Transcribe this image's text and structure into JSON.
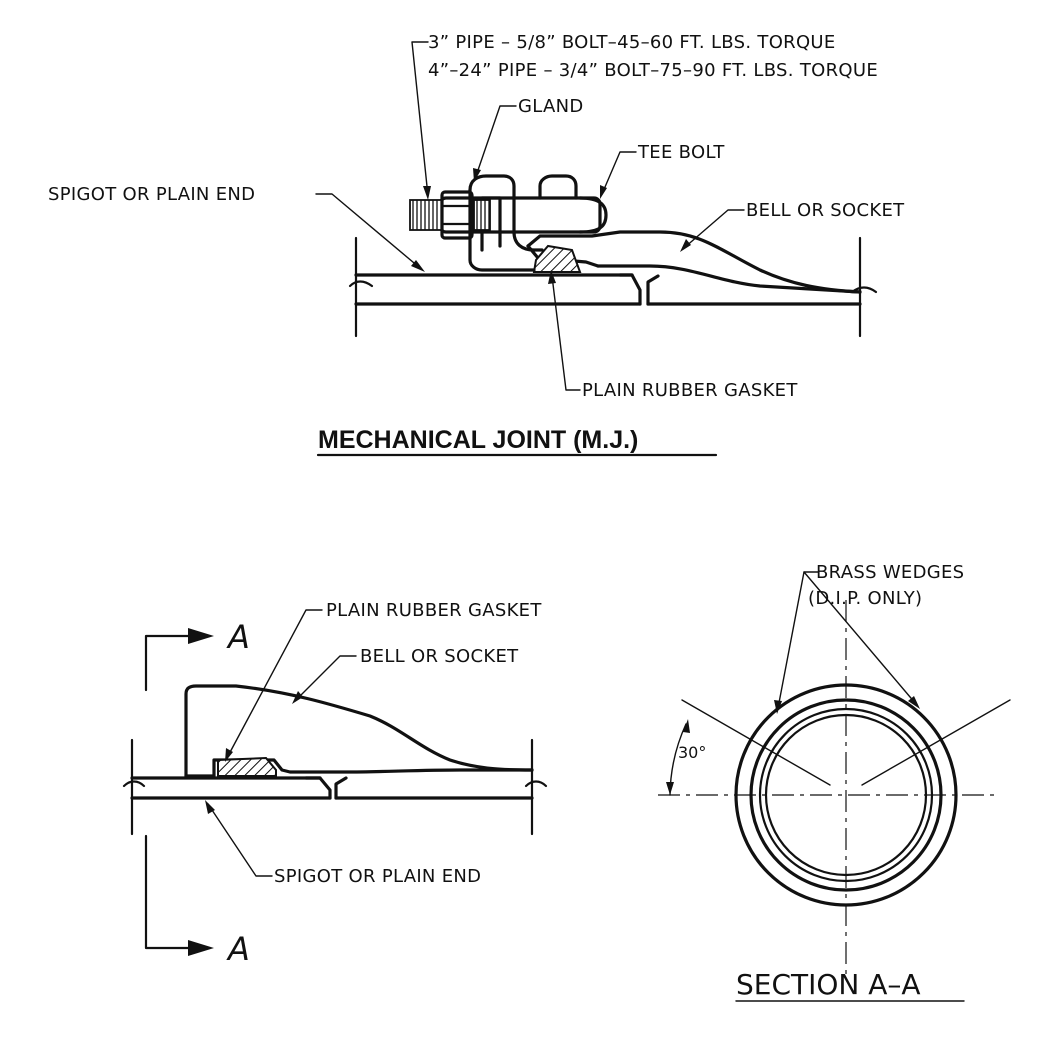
{
  "mechanical_joint": {
    "torque_line_1": "3” PIPE – 5/8” BOLT–45–60 FT. LBS. TORQUE",
    "torque_line_2": "4”–24” PIPE – 3/4” BOLT–75–90 FT. LBS. TORQUE",
    "gland_label": "GLAND",
    "tee_bolt_label": "TEE BOLT",
    "spigot_label": "SPIGOT OR PLAIN END",
    "bell_label": "BELL OR SOCKET",
    "gasket_label": "PLAIN RUBBER GASKET",
    "title": "MECHANICAL JOINT (M.J.)"
  },
  "push_on_joint": {
    "gasket_label": "PLAIN RUBBER GASKET",
    "bell_label": "BELL OR SOCKET",
    "spigot_label": "SPIGOT OR PLAIN END",
    "section_marker_top": "A",
    "section_marker_bottom": "A"
  },
  "section_view": {
    "wedges_label_line_1": "BRASS WEDGES",
    "wedges_label_line_2": "(D.I.P. ONLY)",
    "angle_label": "30°",
    "title": "SECTION A–A"
  }
}
